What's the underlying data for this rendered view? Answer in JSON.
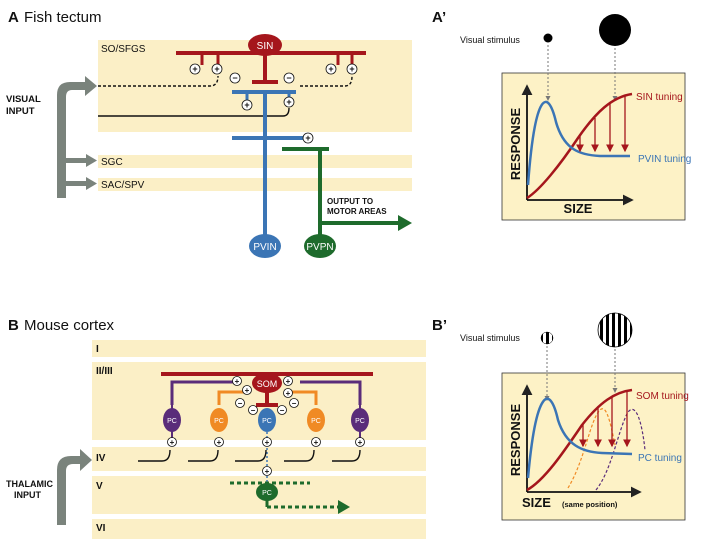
{
  "panelA": {
    "letter": "A",
    "title": "Fish tectum",
    "layers": [
      "SO/SFGS",
      "SGC",
      "SAC/SPV"
    ],
    "input_line1": "VISUAL",
    "input_line2": "INPUT",
    "neurons": {
      "sin": "SIN",
      "pvin": "PVIN",
      "pvpn": "PVPN"
    },
    "output_line1": "OUTPUT TO",
    "output_line2": "MOTOR AREAS"
  },
  "panelA2": {
    "letter": "A’",
    "stimulus_label": "Visual stimulus",
    "ylabel": "RESPONSE",
    "xlabel": "SIZE",
    "curves": {
      "red": "SIN tuning",
      "blue": "PVIN tuning"
    }
  },
  "panelB": {
    "letter": "B",
    "title": "Mouse cortex",
    "layers": [
      "I",
      "II/III",
      "IV",
      "V",
      "VI"
    ],
    "input_line1": "THALAMIC",
    "input_line2": "INPUT",
    "neurons": {
      "som": "SOM",
      "pc": "PC"
    }
  },
  "panelB2": {
    "letter": "B’",
    "stimulus_label": "Visual stimulus",
    "ylabel": "RESPONSE",
    "xlabel": "SIZE",
    "xlabel_note": "(same position)",
    "curves": {
      "red": "SOM tuning",
      "blue": "PC tuning"
    }
  },
  "symbols": {
    "plus": "+",
    "minus": "−"
  },
  "colors": {
    "band": "#fbefc6",
    "red": "#a5161c",
    "blue": "#3b75b5",
    "green": "#1e6b2c",
    "purple": "#5a2c7a",
    "orange": "#f08a24",
    "gray": "#7a837c",
    "panel_bg": "#fdf2c6"
  }
}
